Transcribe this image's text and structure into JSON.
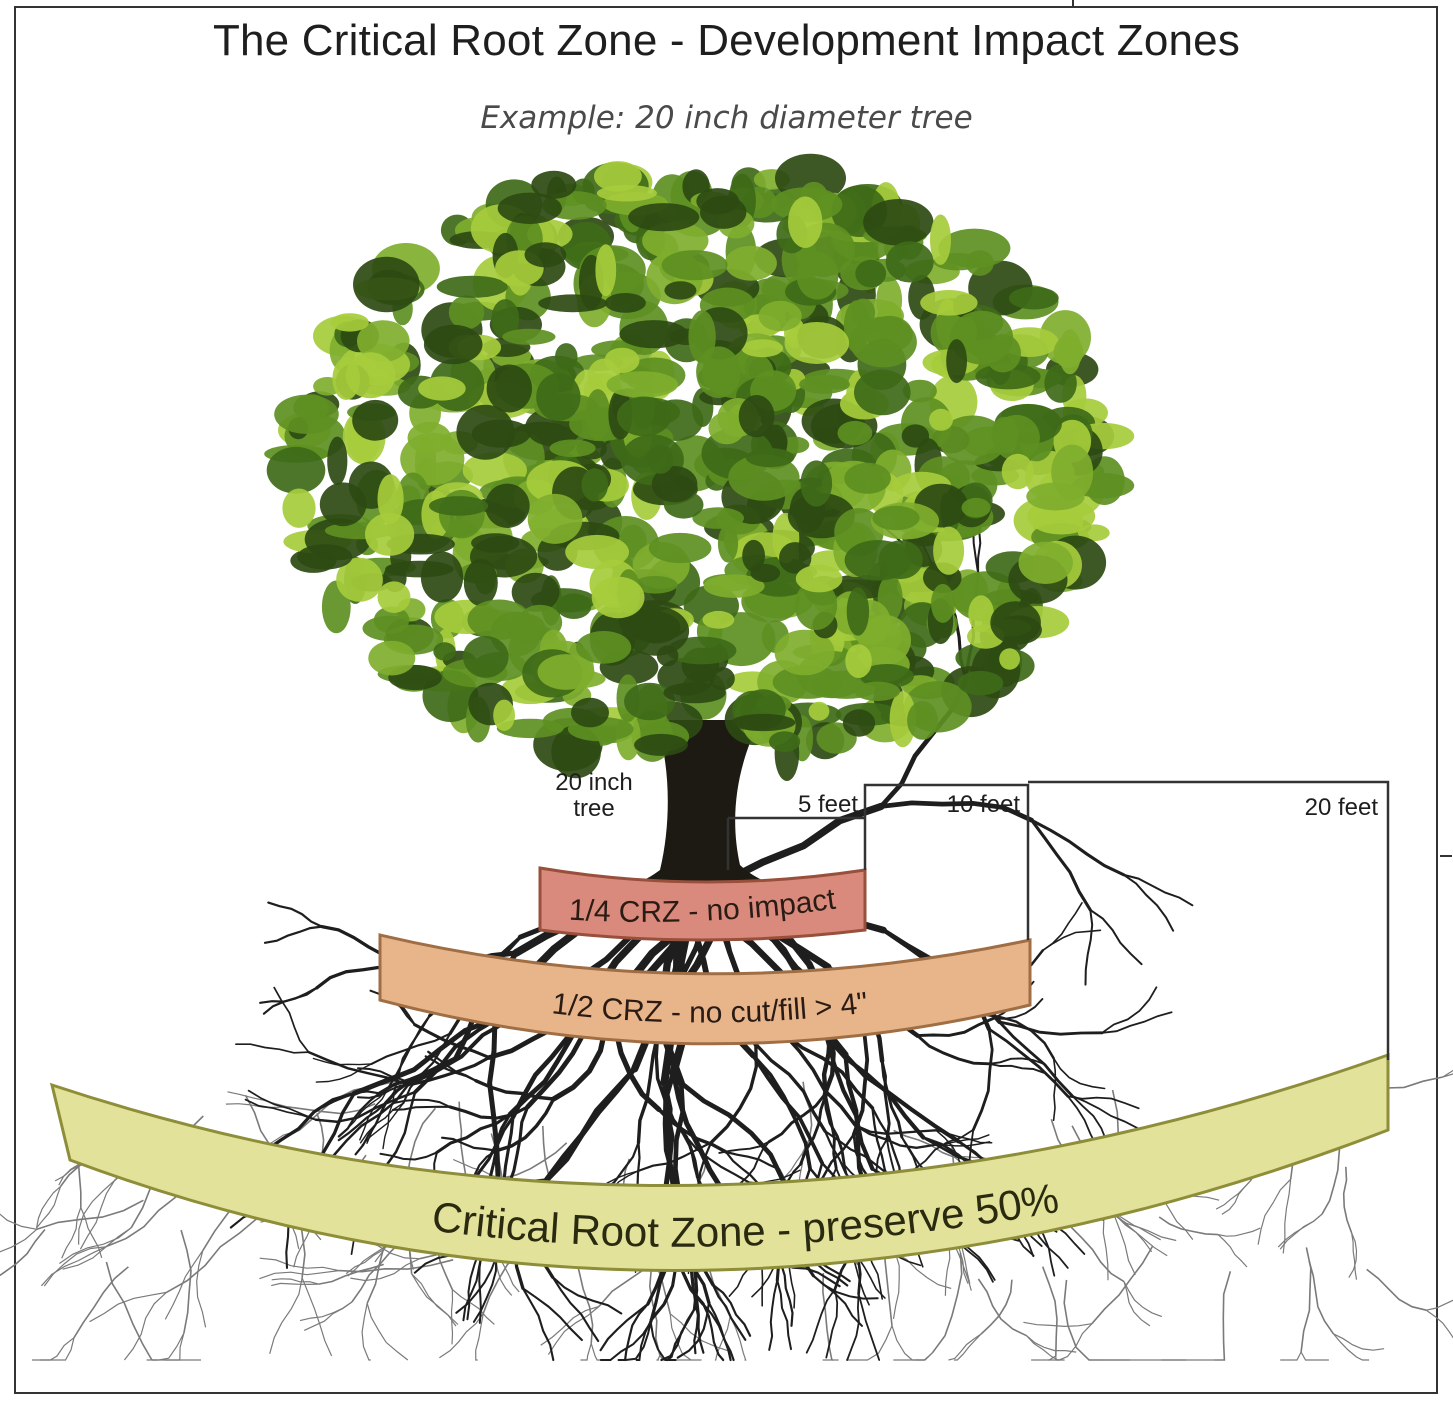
{
  "diagram": {
    "title": "The Critical Root Zone - Development Impact Zones",
    "subtitle": "Example: 20 inch diameter tree",
    "tree_label_line1": "20 inch",
    "tree_label_line2": "tree",
    "distances": {
      "d5": "5 feet",
      "d10": "10 feet",
      "d20": "20 feet"
    },
    "zones": {
      "quarter": "1/4 CRZ - no impact",
      "half": "1/2 CRZ - no cut/fill > 4\"",
      "full": "Critical Root Zone - preserve 50%"
    },
    "colors": {
      "quarter_zone": "#d98a7c",
      "half_zone": "#e8b48a",
      "full_zone": "#e2e29a",
      "foliage_light": "#a6cc3c",
      "foliage_mid": "#5d8f22",
      "foliage_dark": "#2c4a12",
      "trunk": "#1c1a12",
      "roots": "#222222"
    }
  }
}
